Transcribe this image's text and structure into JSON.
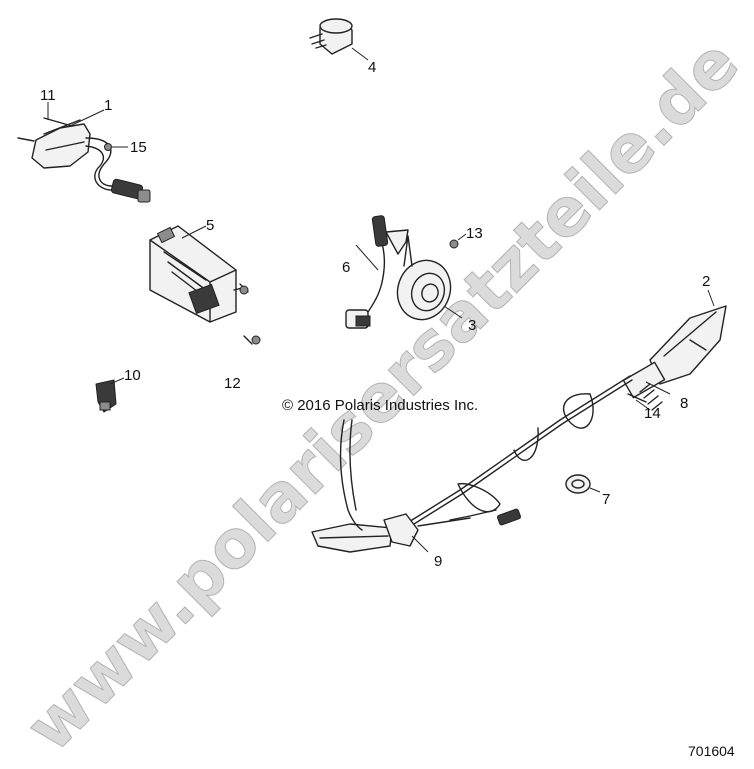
{
  "watermark": "www.polarisersatzteile.de",
  "copyright": "© 2016 Polaris Industries Inc.",
  "drawing_number": "701604",
  "callouts": {
    "c1": "1",
    "c2": "2",
    "c3": "3",
    "c4": "4",
    "c5": "5",
    "c6": "6",
    "c7": "7",
    "c8": "8",
    "c9": "9",
    "c10": "10",
    "c11": "11",
    "c12": "12",
    "c13": "13",
    "c14": "14",
    "c15": "15"
  }
}
